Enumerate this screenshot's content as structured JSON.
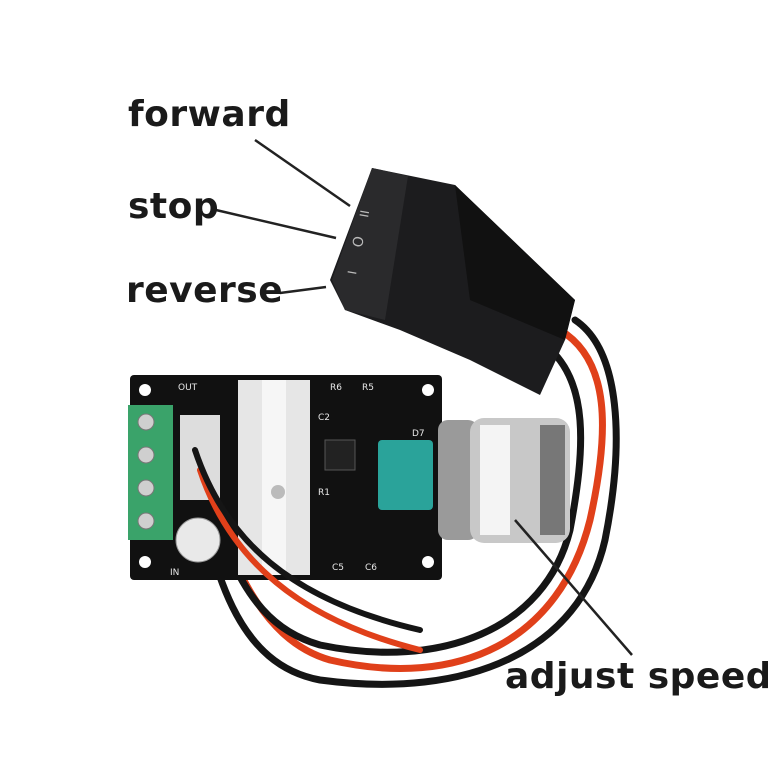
{
  "callouts": {
    "forward": "forward",
    "stop": "stop",
    "reverse": "reverse",
    "adjust_speed": "adjust speed"
  },
  "pcb_silkscreen": {
    "out": "OUT",
    "in": "IN",
    "r6": "R6",
    "r5": "R5",
    "c2": "C2",
    "d7": "D7",
    "c5": "C5",
    "c6": "C6",
    "r1": "R1"
  },
  "switch_symbols": {
    "forward": "II",
    "stop": "O",
    "reverse": "I"
  },
  "colors": {
    "pcb": "#111111",
    "terminal": "#3aa36a",
    "heatsink": "#e6e6e6",
    "potentiometer": "#2aa39a",
    "wire_red": "#e0401a",
    "wire_black": "#151515",
    "switch": "#1c1c1e",
    "text": "#1a1a1a"
  }
}
